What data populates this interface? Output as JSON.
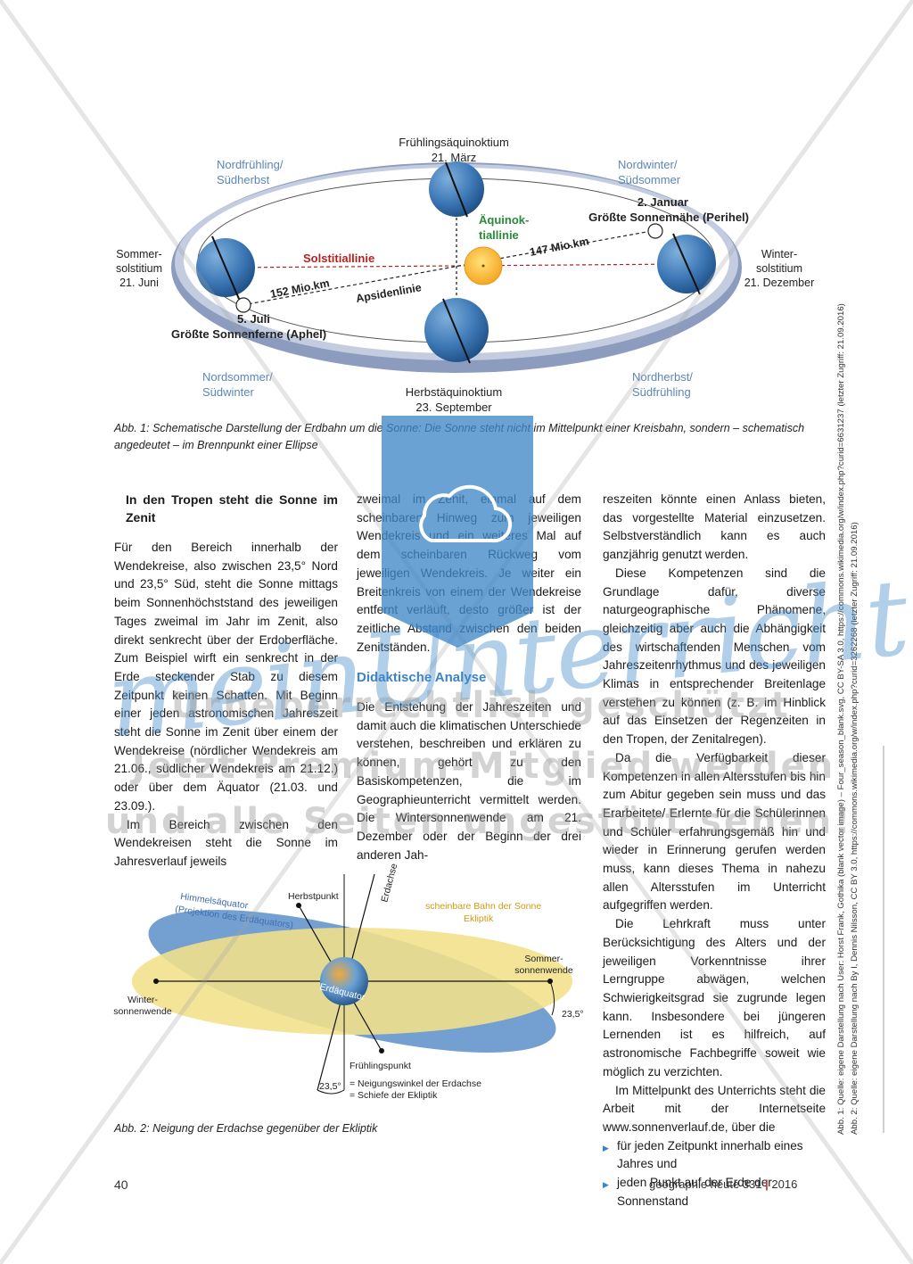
{
  "fig1": {
    "top_label": "Frühlingsäquinoktium",
    "top_date": "21. März",
    "bottom_label": "Herbstäquinoktium",
    "bottom_date": "23. September",
    "left_label_1": "Sommer-",
    "left_label_2": "solstitium",
    "left_date": "21. Juni",
    "right_label_1": "Winter-",
    "right_label_2": "solstitium",
    "right_date": "21. Dezember",
    "season_tl_1": "Nordfrühling/",
    "season_tl_2": "Südherbst",
    "season_tr_1": "Nordwinter/",
    "season_tr_2": "Südsommer",
    "season_bl_1": "Nordsommer/",
    "season_bl_2": "Südwinter",
    "season_br_1": "Nordherbst/",
    "season_br_2": "Südfrühling",
    "solstice_line": "Solstitiallinie",
    "equinox_line_1": "Äquinok-",
    "equinox_line_2": "tiallinie",
    "apsid_line": "Apsidenlinie",
    "dist_aphel": "152 Mio.km",
    "dist_perihel": "147 Mio.km",
    "perihel_date": "2. Januar",
    "perihel_label": "Größte Sonnennähe (Perihel)",
    "aphel_date": "5. Juli",
    "aphel_label": "Größte Sonnenferne (Aphel)",
    "caption": "Abb. 1: Schematische Darstellung der Erdbahn um die Sonne: Die Sonne steht nicht im Mittelpunkt einer Kreisbahn, sondern – schematisch angedeutet – im Brennpunkt einer Ellipse"
  },
  "col1": {
    "heading": "In den Tropen steht die Sonne im Zenit",
    "p1": "Für den Bereich innerhalb der Wendekreise, also zwischen 23,5° Nord und 23,5° Süd, steht die Sonne mittags beim Sonnenhöchststand des jeweiligen Tages zweimal im Jahr im Zenit, also direkt senkrecht über der Erdoberfläche. Zum Beispiel wirft ein senkrecht in der Erde steckender Stab zu diesem Zeitpunkt keinen Schatten. Mit Beginn einer jeden astronomischen Jahreszeit steht die Sonne im Zenit über einem der Wendekreise (nördlicher Wendekreis am 21.06., südlicher Wendekreis am 21.12.) oder über dem Äquator (21.03. und 23.09.).",
    "p2": "Im Bereich zwischen den Wendekreisen steht die Sonne im Jahresverlauf jeweils"
  },
  "col2": {
    "p1": "zweimal im Zenit, einmal auf dem scheinbaren Hinweg zum jeweiligen Wendekreis und ein weiteres Mal auf dem scheinbaren Rückweg vom jeweiligen Wendekreis. Je weiter ein Breitenkreis von einem der Wendekreise entfernt verläuft, desto größer ist der zeitliche Abstand zwischen den beiden Zenitständen.",
    "heading": "Didaktische Analyse",
    "p2": "Die Entstehung der Jahreszeiten und damit auch die klimatischen Unterschiede verstehen, beschreiben und erklären zu können, gehört zu den Basiskompetenzen, die im Geographieunterricht vermittelt werden. Die Wintersonnenwende am 21. Dezember oder der Beginn der drei anderen Jah-"
  },
  "col3": {
    "p1": "reszeiten könnte einen Anlass bieten, das vorgestellte Material einzusetzen. Selbstverständlich kann es auch ganzjährig genutzt werden.",
    "p2": "Diese Kompetenzen sind die Grundlage dafür, diverse naturgeographische Phänomene, gleichzeitig aber auch die Abhängigkeit des wirtschaftenden Menschen vom Jahreszeitenrhythmus und des jeweiligen Klimas in entsprechender Breitenlage verstehen zu können (z. B. im Hinblick auf das Einsetzen der Regenzeiten in den Tropen, der Zenitalregen).",
    "p3": "Da die Verfügbarkeit dieser Kompetenzen in allen Altersstufen bis hin zum Abitur gegeben sein muss und das Erarbeitete/ Erlernte für die Schülerinnen und Schüler erfahrungsgemäß hin und wieder in Erinnerung gerufen werden muss, kann dieses Thema in nahezu allen Altersstufen im Unterricht aufgegriffen werden.",
    "p4": "Die Lehrkraft muss unter Berücksichtigung des Alters und der jeweiligen Vorkenntnisse ihrer Lerngruppe abwägen, welchen Schwierigkeitsgrad sie zugrunde legen kann. Insbesondere bei jüngeren Lernenden ist es hilfreich, auf astronomische Fachbegriffe soweit wie möglich zu verzichten.",
    "p5": "Im Mittelpunkt des Unterrichts steht die Arbeit mit der Internetseite www.sonnenverlauf.de, über die",
    "bullet1": "für jeden Zeitpunkt innerhalb eines Jahres und",
    "bullet2": "jeden Punkt auf der Erde der Sonnenstand"
  },
  "fig2": {
    "himmel_1": "Himmelsäquator",
    "himmel_2": "(Projektion des Erdäquators)",
    "herbstpunkt": "Herbstpunkt",
    "erdachse": "Erdachse",
    "bahn_1": "scheinbare Bahn der Sonne",
    "bahn_2": "Ekliptik",
    "sommer_1": "Sommer-",
    "sommer_2": "sonnenwende",
    "winter_1": "Winter-",
    "winter_2": "sonnenwende",
    "erdaequator": "Erdäquator",
    "angle_right": "23,5°",
    "angle_bottom": "23,5°",
    "fruehlingspunkt": "Frühlingspunkt",
    "legend_1": "= Neigungswinkel der Erdachse",
    "legend_2": "= Schiefe der Ekliptik",
    "caption": "Abb. 2: Neigung der Erdachse gegenüber der Ekliptik"
  },
  "sidebar": {
    "source_1": "Abb. 1: Quelle: eigene Darstellung nach User: Horst Frank, Gothika (blank vector image) – Four_season_blank.svg, CC BY-SA 3.0, https://commons.wikimedia.org/w/index.php?curid=6631237 (letzter Zugriff: 21.09.2016)",
    "source_2": "Abb. 2: Quelle: eigene Darstellung nach By I, Dennis Nilsson, CC BY 3.0, https://commons.wikimedia.org/w/index.php?curid=3262268 (letzter Zugriff: 21.09.2016)"
  },
  "footer": {
    "page": "40",
    "journal": "geographie heute  331",
    "year": "2016"
  },
  "watermark": {
    "brand": "meinUnterricht.de",
    "line1": "Urheberrechtlich geschützt",
    "line2": "Jetzt Premium-Mitglied werden",
    "line3": "und alle Seiten ungestört sehen!"
  }
}
